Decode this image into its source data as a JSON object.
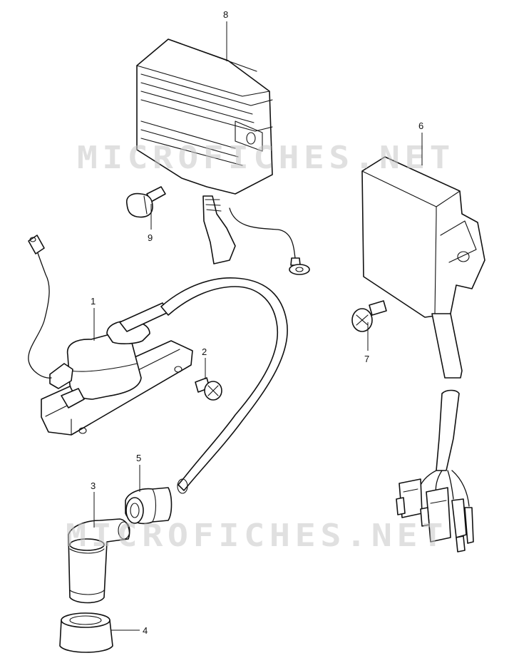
{
  "watermark": "MICROFICHES.NET",
  "callouts": [
    {
      "id": "1",
      "label": "1"
    },
    {
      "id": "2",
      "label": "2"
    },
    {
      "id": "3",
      "label": "3"
    },
    {
      "id": "4",
      "label": "4"
    },
    {
      "id": "5",
      "label": "5"
    },
    {
      "id": "6",
      "label": "6"
    },
    {
      "id": "7",
      "label": "7"
    },
    {
      "id": "8",
      "label": "8"
    },
    {
      "id": "9",
      "label": "9"
    }
  ],
  "colors": {
    "line": "#111111",
    "watermark": "#c8c8c8",
    "background": "#ffffff"
  }
}
